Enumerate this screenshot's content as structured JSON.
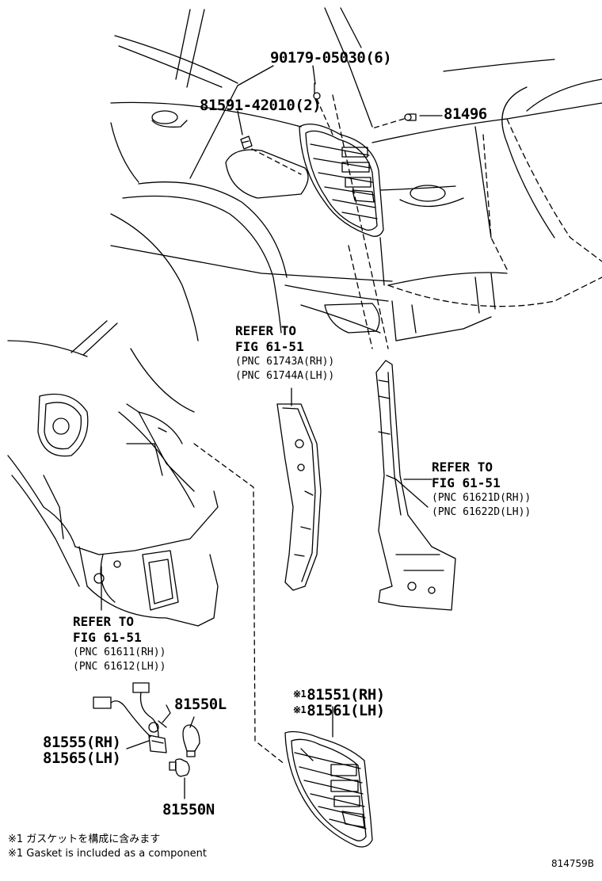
{
  "parts": {
    "p90179": "90179-05030(6)",
    "p81591": "81591-42010(2)",
    "p81496": "81496",
    "p81550L": "81550L",
    "p81555": "81555(RH)",
    "p81565": "81565(LH)",
    "p81550N": "81550N",
    "p81551": "81551(RH)",
    "p81561": "81561(LH)",
    "mark": "※1"
  },
  "refs": [
    {
      "line1": "REFER TO",
      "line2": "FIG 61-51",
      "pnc1": "(PNC 61743A(RH))",
      "pnc2": "(PNC 61744A(LH))"
    },
    {
      "line1": "REFER TO",
      "line2": "FIG 61-51",
      "pnc1": "(PNC 61621D(RH))",
      "pnc2": "(PNC 61622D(LH))"
    },
    {
      "line1": "REFER TO",
      "line2": "FIG 61-51",
      "pnc1": "(PNC 61611(RH))",
      "pnc2": "(PNC 61612(LH))"
    }
  ],
  "notes": {
    "jp": "※1 ガスケットを構成に含みます",
    "en": "※1 Gasket is included as a component"
  },
  "figure_code": "814759B"
}
